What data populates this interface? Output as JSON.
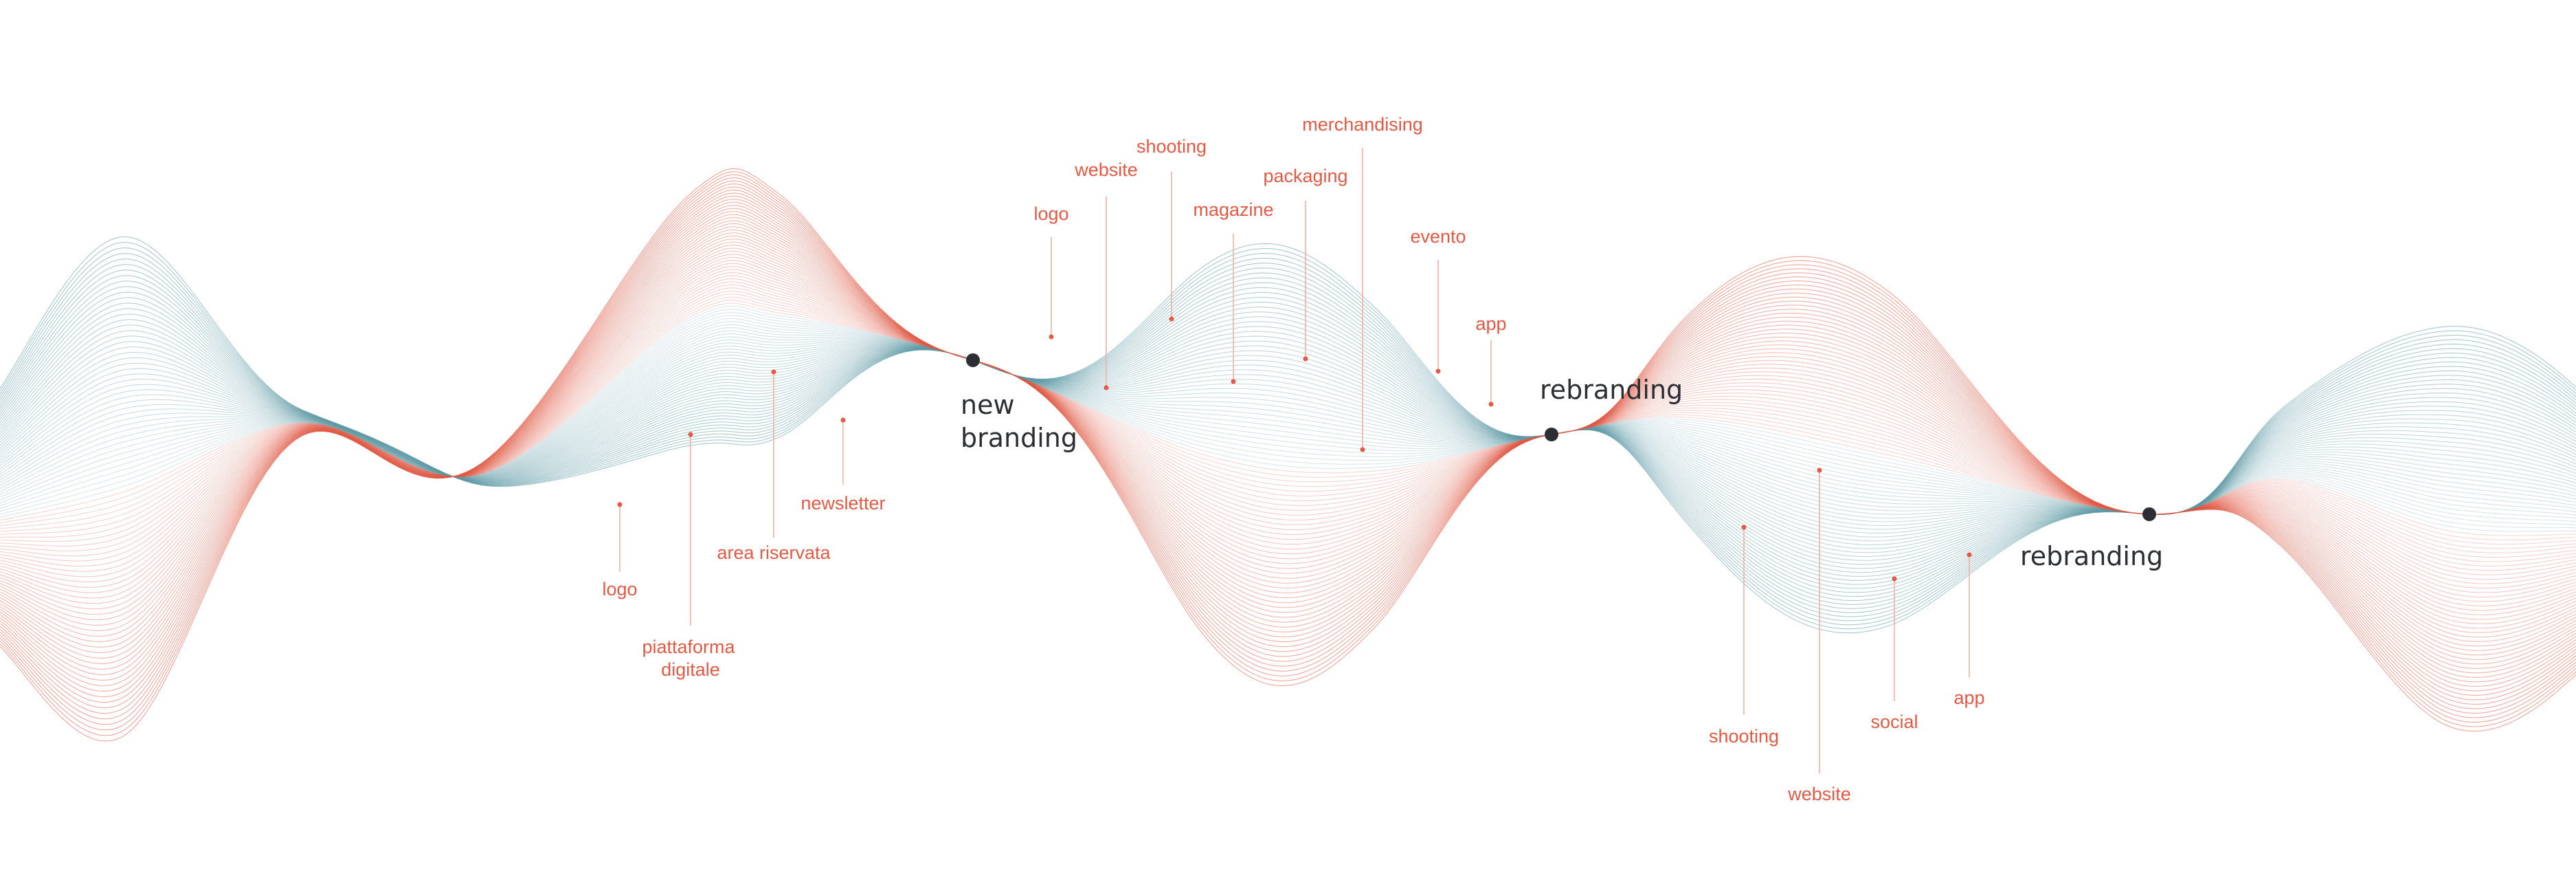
{
  "colors": {
    "accent": "#e05a45",
    "teal": "#5f9aa6",
    "milestone": "#2b2f33",
    "leader": "#f1b0a4"
  },
  "milestones": {
    "m1": {
      "line1": "new",
      "line2": "branding"
    },
    "m2": {
      "line1": "rebranding"
    },
    "m3": {
      "line1": "rebranding"
    }
  },
  "labels": {
    "p1_logo": "logo",
    "p1_piattaforma_1": "piattaforma",
    "p1_piattaforma_2": "digitale",
    "p1_area": "area riservata",
    "p1_newsletter": "newsletter",
    "p2_logo": "logo",
    "p2_website": "website",
    "p2_shooting": "shooting",
    "p2_magazine": "magazine",
    "p2_packaging": "packaging",
    "p2_merchandising": "merchandising",
    "p2_evento": "evento",
    "p2_app": "app",
    "p3_shooting": "shooting",
    "p3_website": "website",
    "p3_social": "social",
    "p3_app": "app"
  }
}
